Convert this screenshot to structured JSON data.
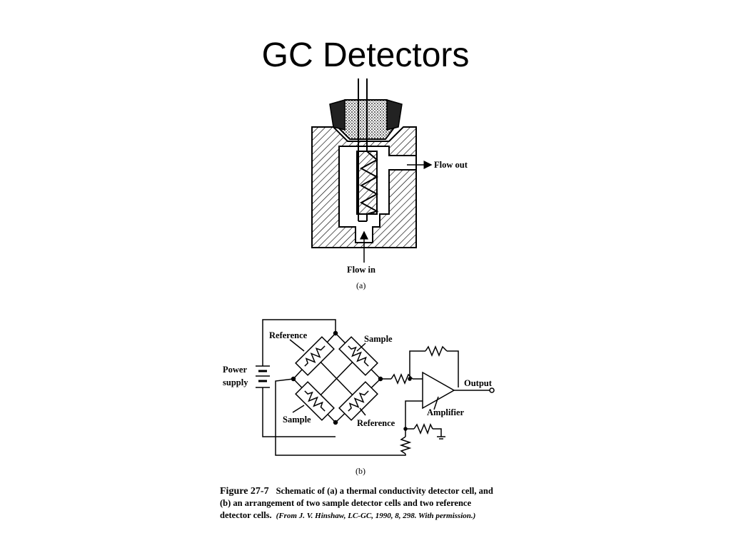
{
  "slide": {
    "title": "GC Detectors"
  },
  "diagram_a": {
    "flow_out_label": "Flow out",
    "flow_in_label": "Flow in",
    "panel_label": "(a)"
  },
  "diagram_b": {
    "power_supply_label": [
      "Power",
      "supply"
    ],
    "reference_top_label": "Reference",
    "sample_top_label": "Sample",
    "sample_bottom_label": "Sample",
    "reference_bottom_label": "Reference",
    "amplifier_label": "Amplifier",
    "output_label": "Output",
    "panel_label": "(b)"
  },
  "caption": {
    "figure_number": "Figure 27-7",
    "text": "Schematic of (a) a thermal conductivity detector cell, and (b) an arrangement of two sample detector cells and two reference detector cells.",
    "credit": "(From J. V. Hinshaw, LC-GC, 1990, 8, 298. With permission.)"
  }
}
